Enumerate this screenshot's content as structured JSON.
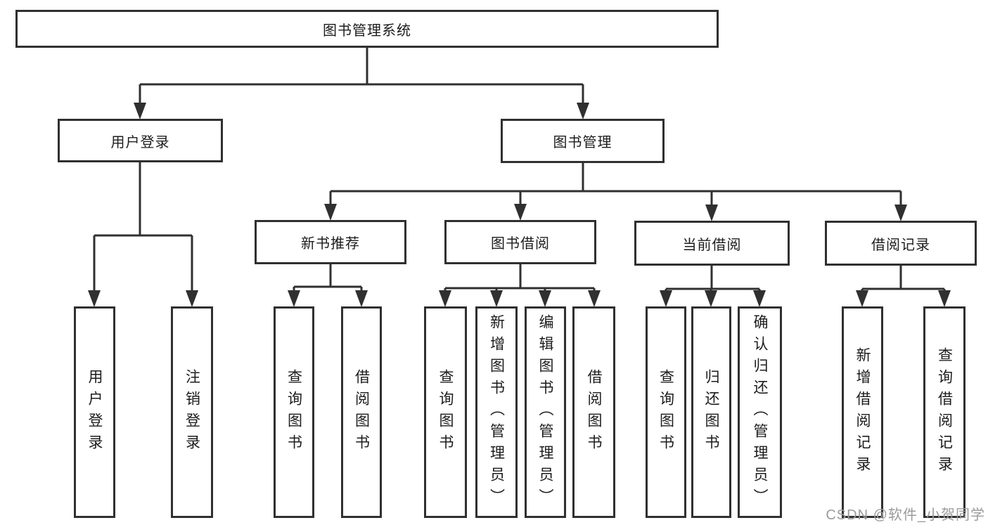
{
  "diagram_type": "hierarchy-tree",
  "tree": {
    "root": {
      "label": "图书管理系统"
    },
    "branches": [
      {
        "label": "用户登录",
        "children": [
          {
            "label": "用户登录"
          },
          {
            "label": "注销登录"
          }
        ]
      },
      {
        "label": "图书管理",
        "children": [
          {
            "label": "新书推荐",
            "children": [
              {
                "label": "查询图书"
              },
              {
                "label": "借阅图书"
              }
            ]
          },
          {
            "label": "图书借阅",
            "children": [
              {
                "label": "查询图书"
              },
              {
                "label": "新增图书（管理员）"
              },
              {
                "label": "编辑图书（管理员）"
              },
              {
                "label": "借阅图书"
              }
            ]
          },
          {
            "label": "当前借阅",
            "children": [
              {
                "label": "查询图书"
              },
              {
                "label": "归还图书"
              },
              {
                "label": "确认归还（管理员）"
              }
            ]
          },
          {
            "label": "借阅记录",
            "children": [
              {
                "label": "新增借阅记录"
              },
              {
                "label": "查询借阅记录"
              }
            ]
          }
        ]
      }
    ]
  },
  "watermark": {
    "text": "CSDN @软件_小贺同学",
    "color": "#9b9b9b"
  },
  "colors": {
    "line": "#303030",
    "box_border": "#303030",
    "box_background": "#ffffff",
    "text": "#1c1c1c",
    "page_background": "#ffffff"
  }
}
